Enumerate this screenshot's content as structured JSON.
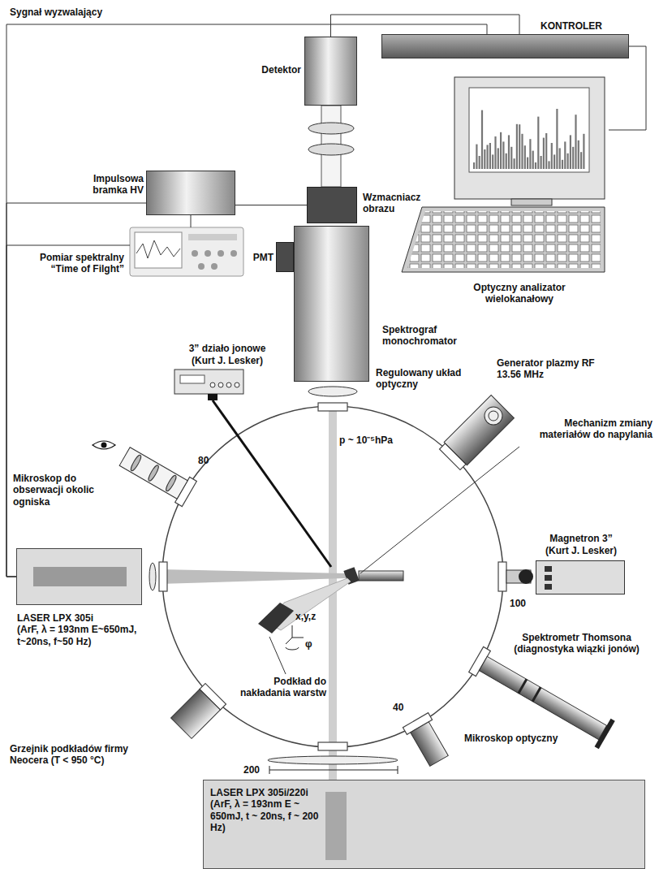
{
  "diagram": {
    "nodes": [
      {
        "text": [
          "KONTROLER"
        ]
      },
      {
        "text": [
          "Detektor"
        ]
      },
      {
        "text": [
          "Optyczny analizator wielokanałowy"
        ]
      },
      {
        "text": [
          "Impulsowa bramka HV"
        ]
      },
      {
        "text": [
          "Wzmacniacz obrazu"
        ]
      },
      {
        "text": [
          "PMT"
        ]
      },
      {
        "text": [
          "Pomiar spektralny “Time of Filght”"
        ]
      },
      {
        "text": [
          "Spektrograf monochromator"
        ]
      },
      {
        "text": [
          "3” działo jonowe",
          "(Kurt J. Lesker)"
        ]
      },
      {
        "text": [
          "Generator plazmy RF 13.56 MHz"
        ]
      },
      {
        "text": [
          "Mikroskop do obserwacji okolic ogniska"
        ]
      },
      {
        "text": [
          "Magnetron 3”",
          "(Kurt J. Lesker)"
        ]
      },
      {
        "text": [
          "LASER LPX 305i",
          "(ArF, λ = 193nm E~650mJ, t~20ns, f~50 Hz)"
        ]
      },
      {
        "text": [
          "Spektrometr Thomsona (diagnostyka wiązki jonów)"
        ]
      },
      {
        "text": [
          "Grzejnik podkładów firmy Neocera (T < 950 °C)"
        ]
      },
      {
        "text": [
          "Mikroskop optyczny"
        ]
      },
      {
        "text": [
          "LASER LPX 305i/220i",
          "(ArF, λ = 193nm E ~ 650mJ, t ~ 20ns, f ~ 200 Hz)"
        ]
      }
    ],
    "edges": [
      {
        "from": 12,
        "to": 0,
        "arrow": "none"
      },
      {
        "from": 12,
        "to": 3,
        "arrow": "none"
      },
      {
        "from": 12,
        "to": 6,
        "arrow": "none"
      },
      {
        "from": 1,
        "to": 0,
        "arrow": "none"
      },
      {
        "from": 0,
        "to": 2,
        "arrow": "none"
      },
      {
        "from": 3,
        "to": 4,
        "arrow": "none"
      },
      {
        "from": 3,
        "to": 6,
        "arrow": "none"
      }
    ],
    "labels": [
      "Sygnał wyzwalający",
      "80",
      "p ~ 10⁻⁵hPa",
      "Regulowany układ optyczny",
      "Mechanizm zmiany materiałów do napylania",
      "100",
      "x,y,z",
      "φ",
      "Podkład do nakładania warstw",
      "40",
      "200"
    ]
  }
}
